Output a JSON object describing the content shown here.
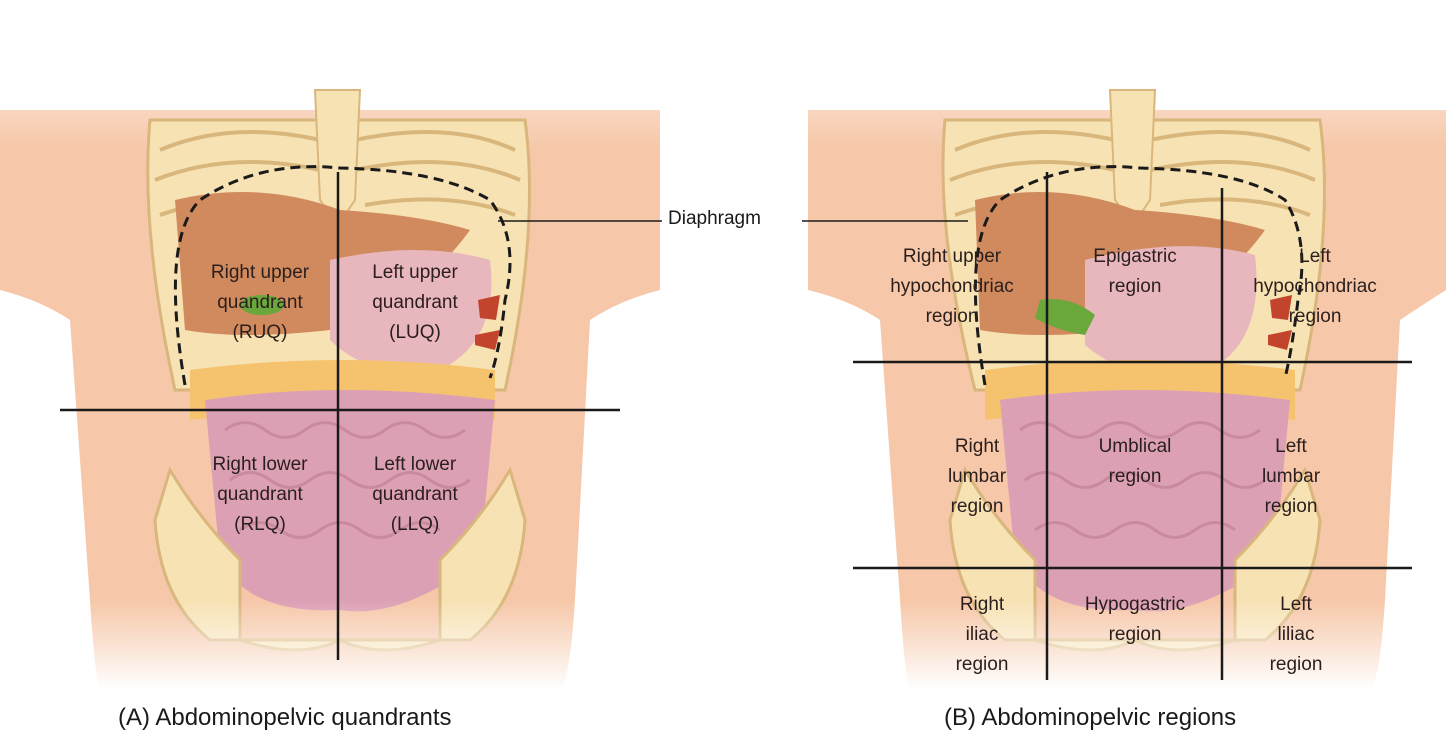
{
  "panel_a": {
    "caption": "(A) Abdominopelvic quandrants",
    "quadrants": {
      "ruq": [
        "Right upper",
        "quandrant",
        "(RUQ)"
      ],
      "luq": [
        "Left upper",
        "quandrant",
        "(LUQ)"
      ],
      "rlq": [
        "Right lower",
        "quandrant",
        "(RLQ)"
      ],
      "llq": [
        "Left lower",
        "quandrant",
        "(LLQ)"
      ]
    }
  },
  "panel_b": {
    "caption": "(B) Abdominopelvic regions",
    "regions": {
      "right_hypochondriac": [
        "Right upper",
        "hypochondriac",
        "region"
      ],
      "epigastric": [
        "Epigastric",
        "region"
      ],
      "left_hypochondriac": [
        "Left",
        "hypochondriac",
        "region"
      ],
      "right_lumbar": [
        "Right",
        "lumbar",
        "region"
      ],
      "umbilical": [
        "Umblical",
        "region"
      ],
      "left_lumbar": [
        "Left",
        "lumbar",
        "region"
      ],
      "right_iliac": [
        "Right",
        "iliac",
        "region"
      ],
      "hypogastric": [
        "Hypogastric",
        "region"
      ],
      "left_iliac": [
        "Left",
        "liliac",
        "region"
      ]
    }
  },
  "diaphragm_label": "Diaphragm",
  "colors": {
    "skin": "#f6c7a8",
    "skin_dark": "#eeb08c",
    "bone": "#f7e2b4",
    "bone_edge": "#d9b77c",
    "liver": "#d08a5e",
    "stomach": "#e8b6bd",
    "intestine": "#dca0b4",
    "colon": "#f5c36e",
    "gallbladder": "#6aa83c",
    "spleen": "#c2442c"
  }
}
